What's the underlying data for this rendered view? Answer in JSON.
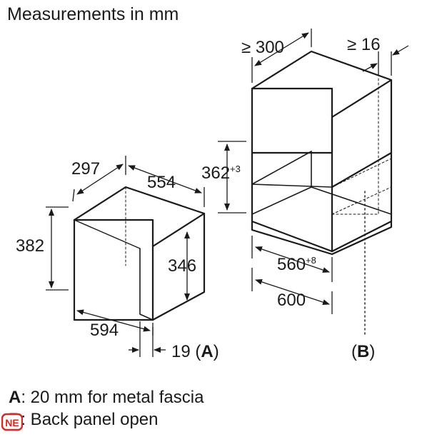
{
  "title": "Measurements in mm",
  "dimensions": {
    "appliance_depth": "297",
    "appliance_width_top": "554",
    "appliance_height": "382",
    "appliance_inner_height": "346",
    "appliance_width_front": "594",
    "fascia": "19",
    "fascia_ref": "A",
    "niche_depth": "≥ 300",
    "niche_gap": "≥ 16",
    "niche_height": "362",
    "niche_height_tol": "+3",
    "niche_width": "560",
    "niche_width_tol": "+8",
    "cabinet_width": "600",
    "cabinet_ref": "B"
  },
  "notes": [
    {
      "key": "A",
      "text": ": 20 mm for metal fascia"
    },
    {
      "key": "B",
      "text": ": Back panel open"
    }
  ],
  "logo": {
    "label": "NE",
    "color": "#d42a1f"
  }
}
